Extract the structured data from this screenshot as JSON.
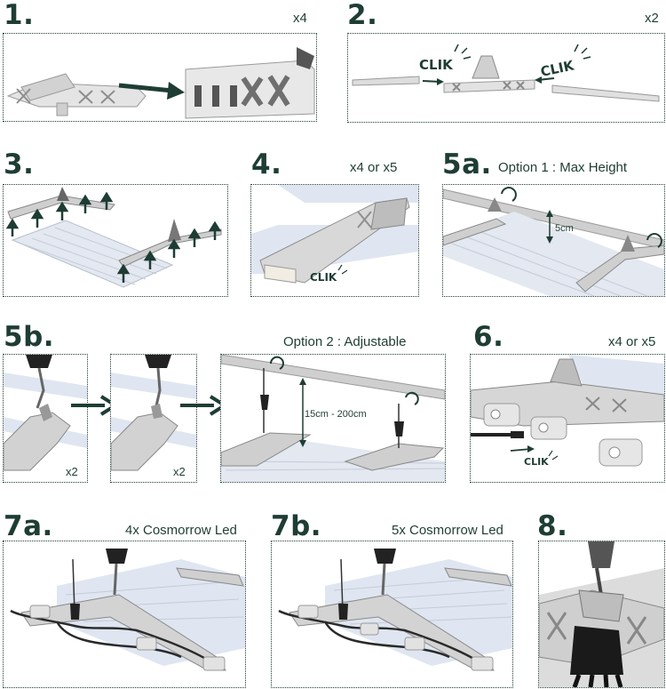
{
  "steps": {
    "s1": {
      "num": "1.",
      "count": "x4"
    },
    "s2": {
      "num": "2.",
      "count": "x2",
      "clik": "CLIK"
    },
    "s3": {
      "num": "3."
    },
    "s4": {
      "num": "4.",
      "count": "x4 or x5",
      "clik": "CLIK"
    },
    "s5a": {
      "num": "5a.",
      "caption": "Option 1 : Max Height",
      "dim": "5cm"
    },
    "s5b": {
      "num": "5b.",
      "caption": "Option 2 : Adjustable",
      "count": "x2",
      "dim": "15cm - 200cm"
    },
    "s6": {
      "num": "6.",
      "count": "x4 or x5",
      "clik": "CLIK"
    },
    "s7a": {
      "num": "7a.",
      "caption": "4x Cosmorrow Led"
    },
    "s7b": {
      "num": "7b.",
      "caption": "5x Cosmorrow Led"
    },
    "s8": {
      "num": "8."
    }
  },
  "colors": {
    "ink": "#1e3d34",
    "frame": "#dcdcdc",
    "frame_dark": "#a9a9a9",
    "led": "#dfe6f1",
    "led_edge": "#b9c3d6"
  }
}
